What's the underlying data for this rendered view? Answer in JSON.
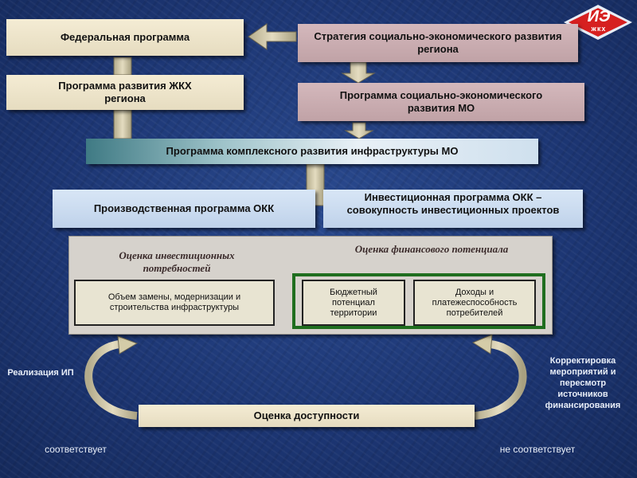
{
  "logo": {
    "text": "ИЭ",
    "subtext": "жкх"
  },
  "boxes": {
    "federal_program": "Федеральная программа",
    "strategy": "Стратегия социально-экономического развития региона",
    "housing_program": "Программа развития ЖКХ региона",
    "mo_program": "Программа социально-экономического развития МО",
    "infrastructure_program": "Программа комплексного развития инфраструктуры МО",
    "production_program": "Производственная программа ОКК",
    "investment_program": "Инвестиционная программа ОКК – совокупность инвестиционных проектов"
  },
  "assessment": {
    "needs_heading": "Оценка инвестиционных потребностей",
    "finance_heading": "Оценка финансового потенциала",
    "volume_box": "Объем замены, модернизации и строительства инфраструктуры",
    "budget_box": "Бюджетный потенциал территории",
    "income_box": "Доходы и платежеспособность потребителей"
  },
  "cycle": {
    "affordability": "Оценка доступности",
    "left_label": "Реализация ИП",
    "right_label": "Корректировка мероприятий и пересмотр источников финансирования",
    "matches": "соответствует",
    "not_matches": "не соответствует"
  },
  "colors": {
    "background": "#1c3572",
    "arrow": "#c8c0a0",
    "finance_frame": "#1f6e1f",
    "logo": "#d62020"
  }
}
